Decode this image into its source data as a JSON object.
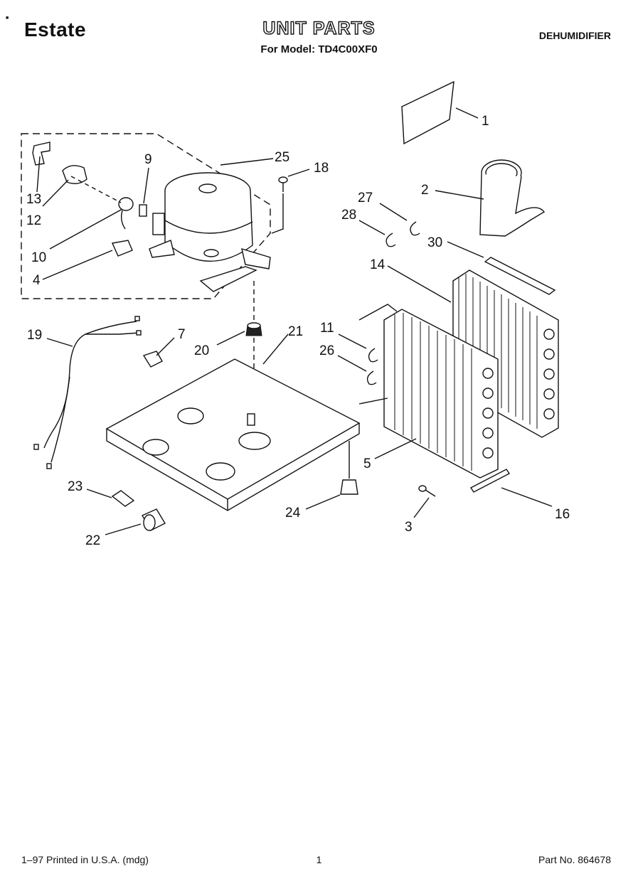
{
  "header": {
    "brand": "Estate",
    "title": "UNIT PARTS",
    "subtitle": "For Model: TD4C00XF0",
    "product": "DEHUMIDIFIER"
  },
  "footer": {
    "printed": "1–97 Printed in U.S.A. (mdg)",
    "page": "1",
    "part_no": "Part No. 864678"
  },
  "callouts": {
    "c1": "1",
    "c2": "2",
    "c3": "3",
    "c4": "4",
    "c5": "5",
    "c7": "7",
    "c9": "9",
    "c10": "10",
    "c11": "11",
    "c12": "12",
    "c13": "13",
    "c14": "14",
    "c16": "16",
    "c18": "18",
    "c19": "19",
    "c20": "20",
    "c21": "21",
    "c22": "22",
    "c23": "23",
    "c24": "24",
    "c25": "25",
    "c26": "26",
    "c27": "27",
    "c28": "28",
    "c30": "30"
  }
}
